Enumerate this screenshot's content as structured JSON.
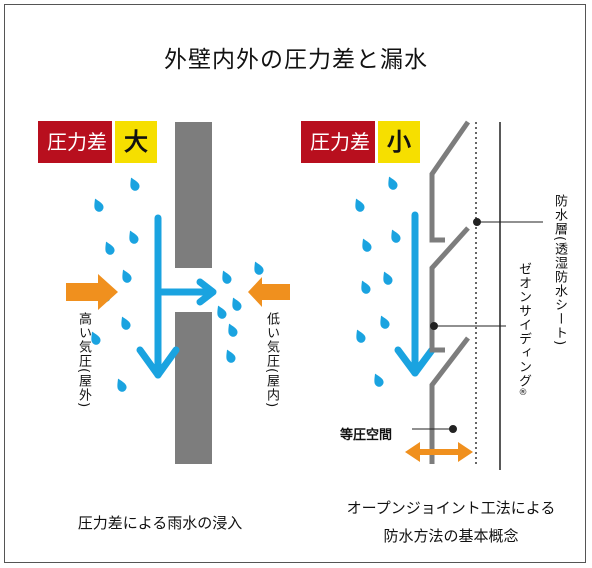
{
  "title": "外壁内外の圧力差と漏水",
  "left_panel": {
    "badge_label": "圧力差",
    "badge_size": "大",
    "high_pressure_label": "高い気圧(屋外)",
    "low_pressure_label": "低い気圧(屋内)",
    "caption": "圧力差による雨水の浸入"
  },
  "right_panel": {
    "badge_label": "圧力差",
    "badge_size": "小",
    "waterproof_layer_label": "防水層(透湿防水シート)",
    "siding_label": "ゼオンサイディング",
    "registered_mark": "®",
    "equal_pressure_label": "等圧空間",
    "caption_line1": "オープンジョイント工法による",
    "caption_line2": "防水方法の基本概念"
  },
  "colors": {
    "badge_red": "#b80f1e",
    "badge_yellow": "#f6df00",
    "water_blue": "#1aa3e0",
    "arrow_orange": "#f0901e",
    "wall_gray": "#7d7d7d"
  }
}
